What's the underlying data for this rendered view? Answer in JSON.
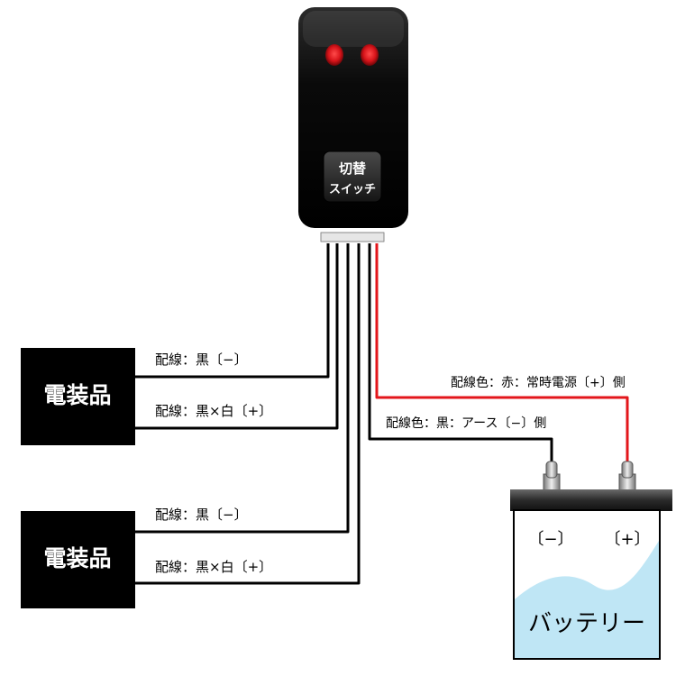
{
  "switch": {
    "label_line1": "切替",
    "label_line2": "スイッチ",
    "led_color": "#e3161b"
  },
  "devices": [
    {
      "label": "電装品",
      "wire_neg": "配線：黒〔−〕",
      "wire_pos": "配線：黒×白〔+〕"
    },
    {
      "label": "電装品",
      "wire_neg": "配線：黒〔−〕",
      "wire_pos": "配線：黒×白〔+〕"
    }
  ],
  "battery": {
    "label": "バッテリー",
    "neg_terminal": "〔−〕",
    "pos_terminal": "〔+〕",
    "fluid_color": "#bfe6f5"
  },
  "battery_wires": {
    "power": "配線色：赤：常時電源〔+〕側",
    "ground": "配線色：黒：アース〔−〕側",
    "power_color": "#e3161b"
  }
}
